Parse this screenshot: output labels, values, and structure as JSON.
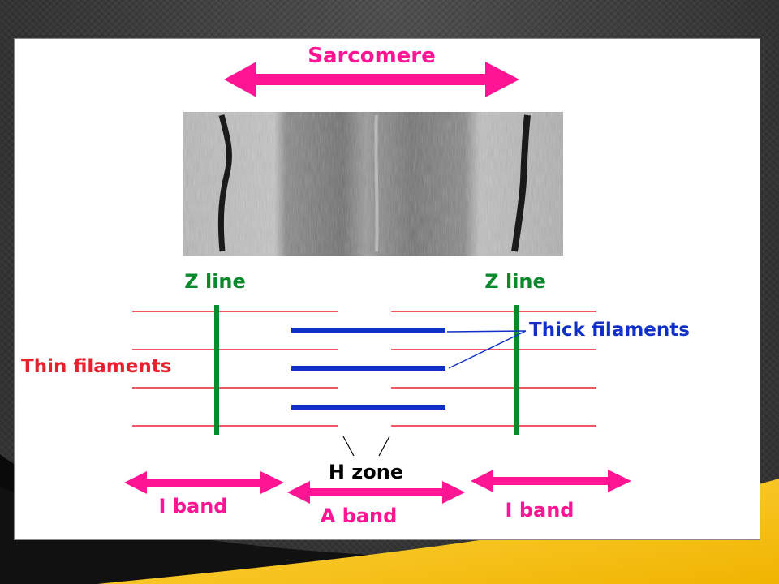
{
  "labels": {
    "sarcomere": "Sarcomere",
    "z_line_left": "Z line",
    "z_line_right": "Z line",
    "thick_filaments": "Thick filaments",
    "thin_filaments": "Thin filaments",
    "h_zone": "H zone",
    "i_band_left": "I band",
    "a_band": "A band",
    "i_band_right": "I band"
  },
  "colors": {
    "magenta": "#ff1493",
    "thin_red": "#e8202e",
    "z_green": "#0a8a2a",
    "thick_blue": "#1030c8",
    "h_zone_text": "#000000",
    "slide_yellow": "#f5c518"
  }
}
